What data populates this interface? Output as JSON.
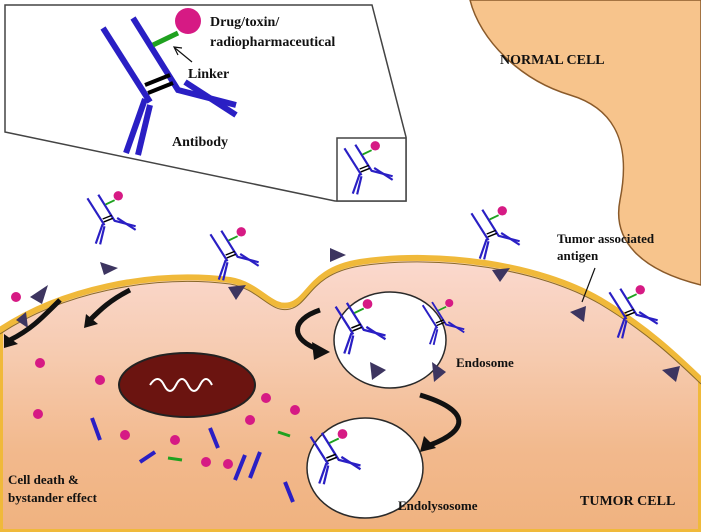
{
  "labels": {
    "drug": [
      "Drug/toxin/",
      "radiopharmaceutical"
    ],
    "linker": "Linker",
    "antibody": "Antibody",
    "normal_cell": "NORMAL CELL",
    "antigen": [
      "Tumor associated",
      "antigen"
    ],
    "endosome": "Endosome",
    "endolysosome": "Endolysosome",
    "cell_death": [
      "Cell death &",
      "bystander effect"
    ],
    "tumor_cell": "TUMOR CELL"
  },
  "colors": {
    "antibody": "#2a1fc4",
    "linker": "#1fa11f",
    "drug": "#d61a84",
    "membrane": "#f0b93a",
    "normal_cell": "#f7c48c",
    "nucleus": "#6b1410",
    "antigen": "#3d3560"
  }
}
